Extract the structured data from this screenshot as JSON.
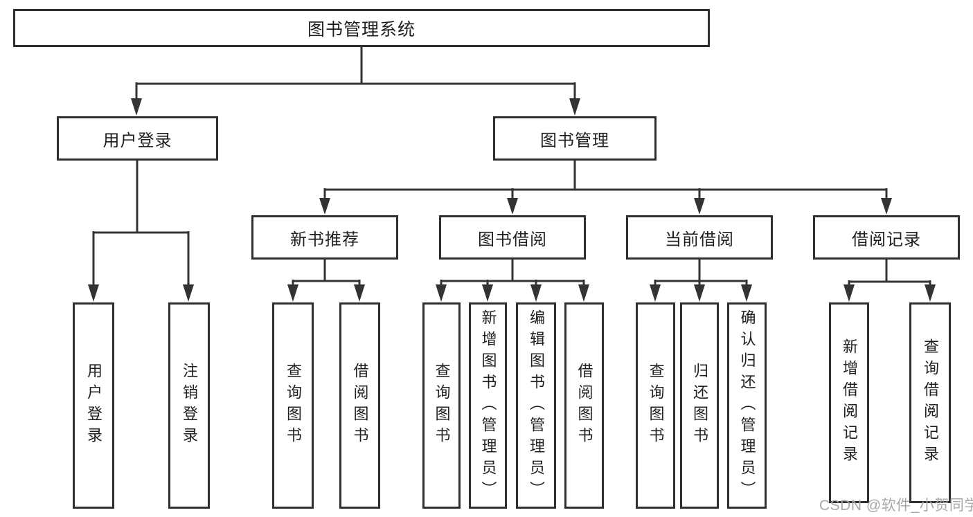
{
  "diagram": {
    "root": {
      "label": "图书管理系统"
    },
    "branches": [
      {
        "label": "用户登录",
        "children": [
          {
            "label": "用户登录"
          },
          {
            "label": "注销登录"
          }
        ]
      },
      {
        "label": "图书管理",
        "children": [
          {
            "label": "新书推荐",
            "children": [
              {
                "label": "查询图书"
              },
              {
                "label": "借阅图书"
              }
            ]
          },
          {
            "label": "图书借阅",
            "children": [
              {
                "label": "查询图书"
              },
              {
                "label": "新增图书（管理员）"
              },
              {
                "label": "编辑图书（管理员）"
              },
              {
                "label": "借阅图书"
              }
            ]
          },
          {
            "label": "当前借阅",
            "children": [
              {
                "label": "查询图书"
              },
              {
                "label": "归还图书"
              },
              {
                "label": "确认归还（管理员）"
              }
            ]
          },
          {
            "label": "借阅记录",
            "children": [
              {
                "label": "新增借阅记录"
              },
              {
                "label": "查询借阅记录"
              }
            ]
          }
        ]
      }
    ]
  },
  "watermark": {
    "text": "CSDN @软件_小贺同学",
    "color": "#a8a8a8"
  },
  "colors": {
    "line": "#333333",
    "box_border": "#2f2f2f",
    "text": "#1f1f1f",
    "background": "#ffffff"
  }
}
